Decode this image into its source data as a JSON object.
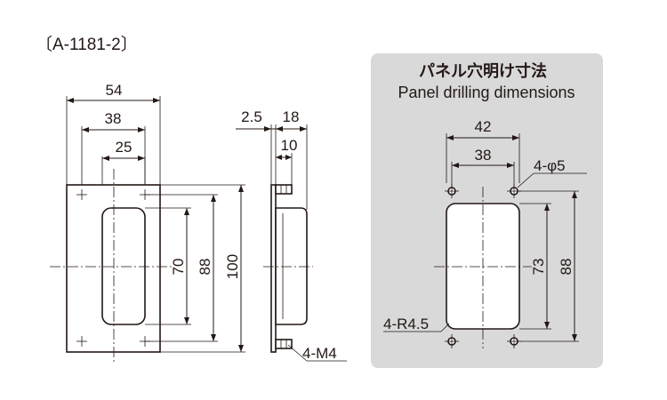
{
  "part_code": "〔A-1181-2〕",
  "front_view": {
    "dims": [
      "54",
      "38",
      "25",
      "70",
      "88",
      "100"
    ]
  },
  "side_view": {
    "dims": [
      "2.5",
      "18",
      "10"
    ],
    "thread_label": "4-M4"
  },
  "panel": {
    "title_ja": "パネル穴明け寸法",
    "title_en": "Panel drilling dimensions",
    "dims": [
      "42",
      "38",
      "73",
      "88"
    ],
    "hole_label": "4-φ5",
    "radius_label": "4-R4.5",
    "background": "#d9d9da"
  },
  "colors": {
    "line": "#231815",
    "panel_bg": "#d9d9da"
  }
}
